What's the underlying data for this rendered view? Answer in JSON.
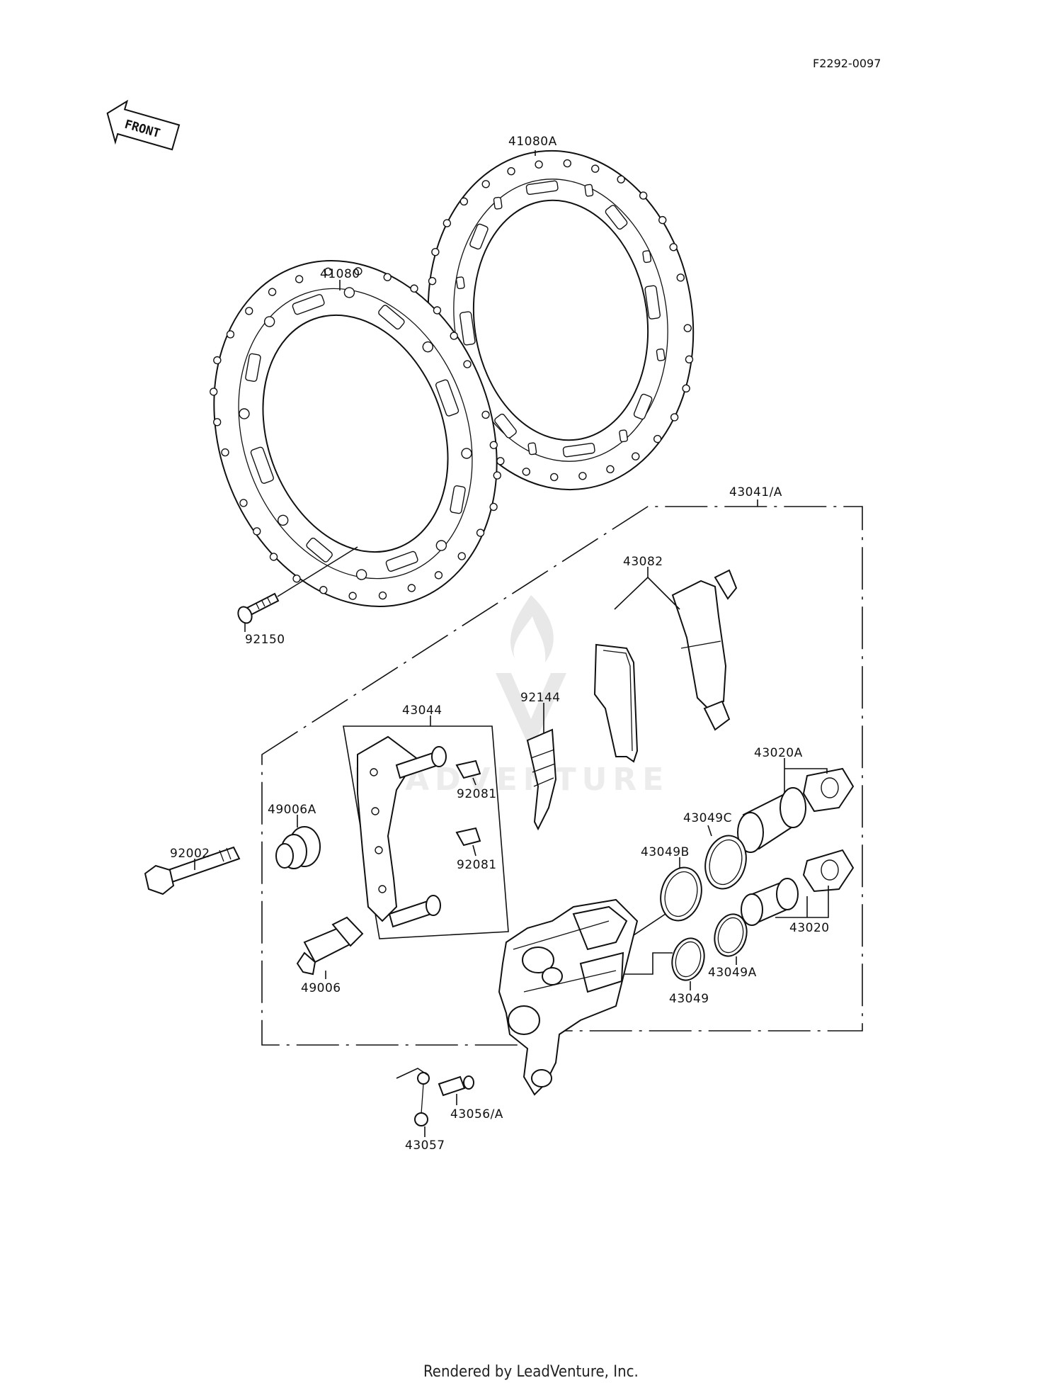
{
  "diagram": {
    "code": "F2292-0097",
    "front_label": "FRONT",
    "watermark": "LEADVENTURE",
    "footer": "Rendered by LeadVenture, Inc."
  },
  "parts": {
    "p41080A": "41080A",
    "p41080": "41080",
    "p92150": "92150",
    "p43041A": "43041/A",
    "p43082": "43082",
    "p92144": "92144",
    "p43044": "43044",
    "p92081a": "92081",
    "p92081b": "92081",
    "p49006A": "49006A",
    "p92002": "92002",
    "p49006": "49006",
    "p43020A": "43020A",
    "p43049C": "43049C",
    "p43049B": "43049B",
    "p43020": "43020",
    "p43049A": "43049A",
    "p43049": "43049",
    "p43056A": "43056/A",
    "p43057": "43057"
  }
}
